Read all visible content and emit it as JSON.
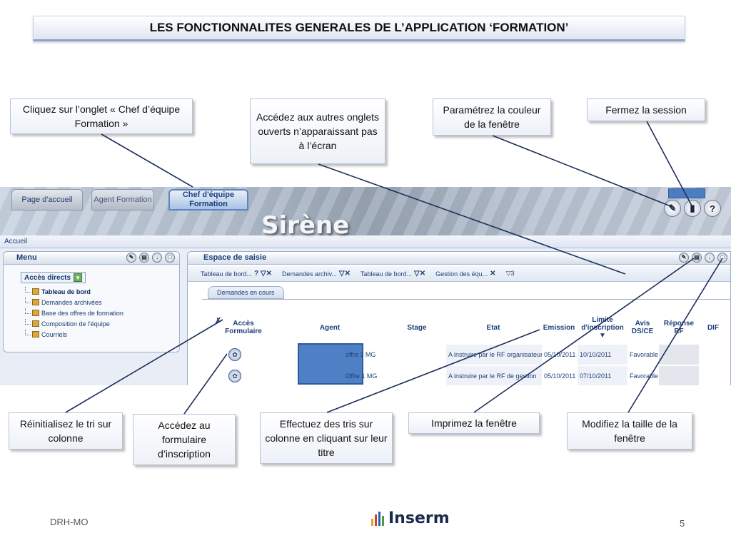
{
  "title": "LES FONCTIONNALITES GENERALES DE L’APPLICATION ‘FORMATION’",
  "callouts": {
    "chef_tab": "Cliquez sur l’onglet « Chef d’équipe Formation »",
    "other_tabs": "Accédez  aux autres onglets ouverts n’apparaissant pas à l’écran",
    "color": "Paramétrez la couleur de la fenêtre",
    "close_session": "Fermez la session",
    "reset_sort": "Réinitialisez le tri sur colonne",
    "form_access": "Accédez au formulaire d’inscription",
    "sort_columns": "Effectuez des tris sur colonne en cliquant sur leur titre",
    "print": "Imprimez la fenêtre",
    "resize": "Modifiez la taille de la fenêtre"
  },
  "app": {
    "tabs": [
      "Page d'accueil",
      "Agent Formation",
      "Chef d'équipe Formation"
    ],
    "logo": "Sirène",
    "accueil": "Accueil",
    "header_btns": [
      "✎",
      "▮",
      "?"
    ],
    "menu": {
      "title": "Menu",
      "acces_directs": "Accès directs",
      "items": [
        "Tableau de bord",
        "Demandes archivées",
        "Base des offres de formation",
        "Composition de l'équipe",
        "Courriels"
      ]
    },
    "saisie": {
      "title": "Espace de saisie",
      "tabs": [
        "Tableau de bord...",
        "Demandes archiv...",
        "Tableau de bord...",
        "Gestion des équ..."
      ],
      "more": "3",
      "subtab": "Demandes en cours",
      "reset": "✗",
      "columns": [
        "Accès Formulaire",
        "Agent",
        "Stage",
        "Etat",
        "Emission",
        "Limite d'inscription ▼",
        "Avis DS/CE",
        "Réponse RF",
        "DIF"
      ],
      "rows": [
        {
          "stage": "offre 3 MG",
          "etat": "A instruire par le RF organisateur",
          "emission": "05/10/2011",
          "limite": "10/10/2011",
          "avis": "Favorable"
        },
        {
          "stage": "Offre 1 MG",
          "etat": "A instruire par le RF de gestion",
          "emission": "05/10/2011",
          "limite": "07/10/2011",
          "avis": "Favorable"
        }
      ]
    }
  },
  "footer": {
    "left": "DRH-MO",
    "logo": "Inserm",
    "page": "5"
  }
}
